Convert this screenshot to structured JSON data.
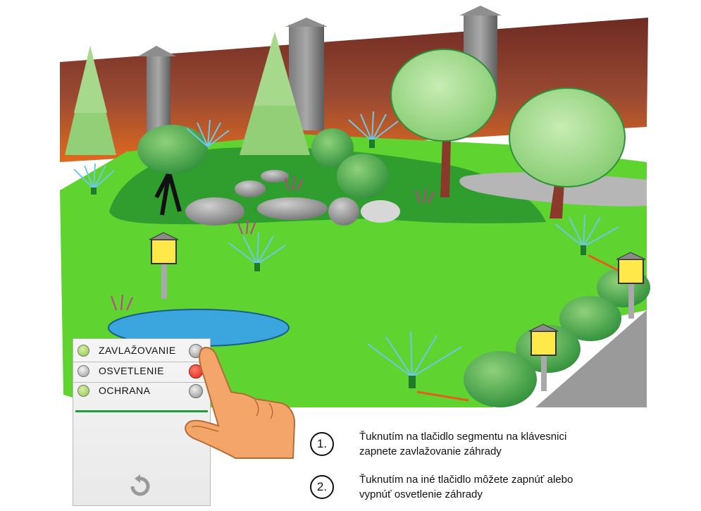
{
  "keypad": {
    "rows": [
      {
        "label": "ZAVLAŽOVANIE",
        "left_led": "green",
        "right_button": "gray"
      },
      {
        "label": "OSVETLENIE",
        "left_led": "gray",
        "right_button": "red"
      },
      {
        "label": "OCHRANA",
        "left_led": "green",
        "right_button": "gray"
      }
    ]
  },
  "steps": [
    {
      "number": "1.",
      "line1": "Ťuknutím na tlačidlo segmentu na klávesnici",
      "line2": "zapnete zavlažovanie záhrady"
    },
    {
      "number": "2.",
      "line1": "Ťuknutím na iné tlačidlo môžete zapnúť alebo",
      "line2": "vypnúť osvetlenie záhrady"
    }
  ],
  "colors": {
    "wall": "#8a3a2a",
    "lawn": "#5fd32f",
    "dark_lawn": "#2f9e2f",
    "pond": "#3aa6dd",
    "lamp_glass": "#ffe94a",
    "red_led": "#e0251c",
    "green_led": "#8cc63f",
    "green_bar": "#1f9e3c",
    "hand": "#f4a66a",
    "sprinkler": "#6ec8e6",
    "cable": "#e2601f"
  },
  "icons": [
    "refresh-icon",
    "pointing-hand-icon"
  ]
}
